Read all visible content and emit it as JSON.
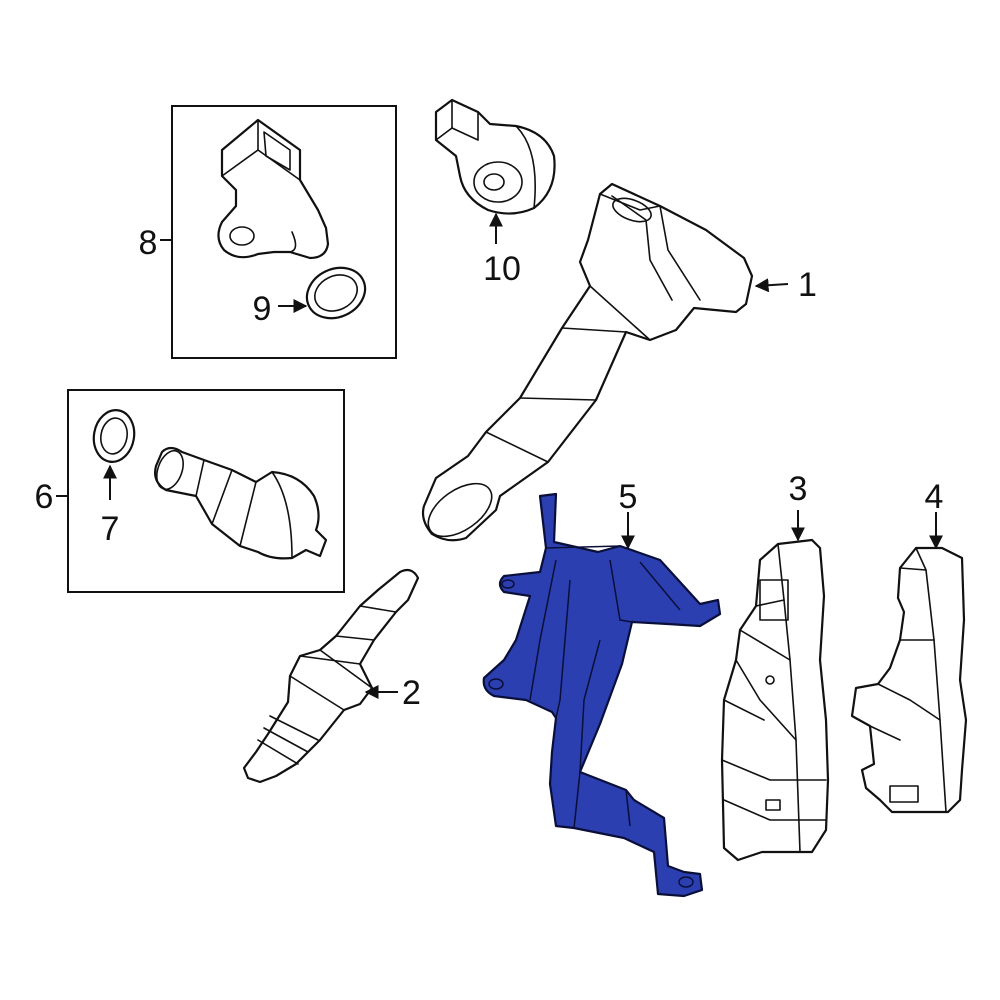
{
  "diagram": {
    "highlight_color": "#2b3fb0",
    "callouts": [
      {
        "id": "1",
        "label": "1"
      },
      {
        "id": "2",
        "label": "2"
      },
      {
        "id": "3",
        "label": "3"
      },
      {
        "id": "4",
        "label": "4"
      },
      {
        "id": "5",
        "label": "5"
      },
      {
        "id": "6",
        "label": "6"
      },
      {
        "id": "7",
        "label": "7"
      },
      {
        "id": "8",
        "label": "8"
      },
      {
        "id": "9",
        "label": "9"
      },
      {
        "id": "10",
        "label": "10"
      }
    ]
  }
}
